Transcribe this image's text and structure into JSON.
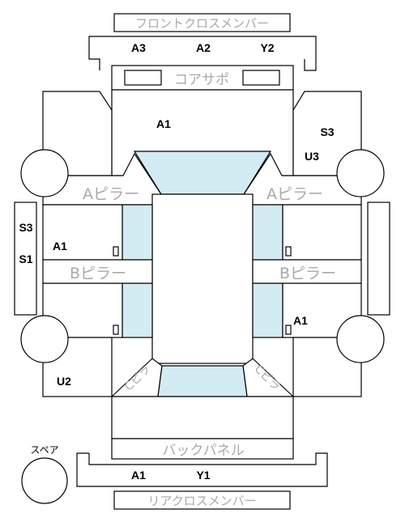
{
  "colors": {
    "outline": "#000000",
    "glass": "#d3ebf2",
    "label_gray": "#a9a9a9",
    "code_text": "#000000"
  },
  "parts": {
    "front_cross_member": "フロントクロスメンバー",
    "core_support": "コアサポ",
    "a_pillar_left": "Aピラー",
    "a_pillar_right": "Aピラー",
    "b_pillar_left": "Bピラー",
    "b_pillar_right": "Bピラー",
    "c_pillar_left": "Cピラ",
    "c_pillar_right": "Cピラ",
    "back_panel": "バックパネル",
    "rear_cross_member": "リアクロスメンバー",
    "spare": "スペア"
  },
  "codes": {
    "front_member_left": "A3",
    "front_member_center": "A2",
    "front_member_right": "Y2",
    "hood": "A1",
    "front_right_fender_top": "S3",
    "front_right_fender_bottom": "U3",
    "left_side_rail_top": "S3",
    "left_side_rail_bottom": "S1",
    "left_front_door": "A1",
    "right_rear_door": "A1",
    "left_rear_quarter": "U2",
    "rear_member_left": "A1",
    "rear_member_right": "Y1"
  }
}
